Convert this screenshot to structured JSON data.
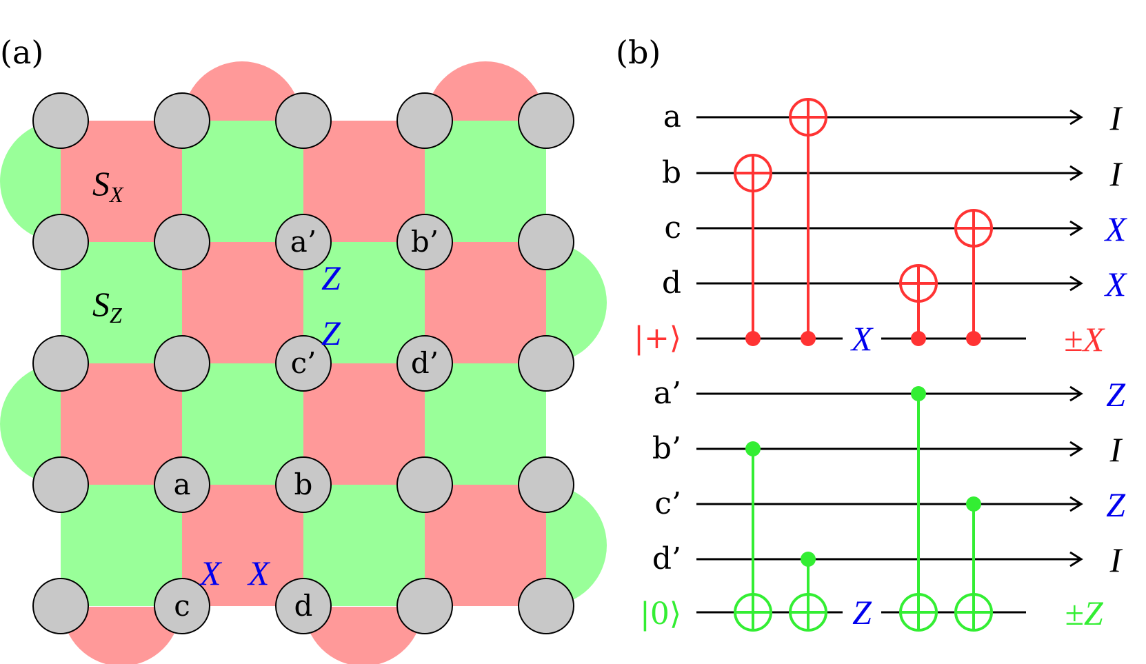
{
  "panel_a": {
    "label": "(a)",
    "stabilizer_x": {
      "letter": "S",
      "sub": "X"
    },
    "stabilizer_z": {
      "letter": "S",
      "sub": "Z"
    },
    "qubit_labels": [
      "a",
      "b",
      "c",
      "d",
      "a’",
      "b’",
      "c’",
      "d’"
    ],
    "logical_x_ops": [
      "X",
      "X"
    ],
    "logical_z_ops": [
      "Z",
      "Z"
    ]
  },
  "panel_b": {
    "label": "(b)",
    "wires": [
      {
        "label": "a",
        "output": "I"
      },
      {
        "label": "b",
        "output": "I"
      },
      {
        "label": "c",
        "output": "X"
      },
      {
        "label": "d",
        "output": "X"
      },
      {
        "label": "|+⟩",
        "output": "±X",
        "ancilla": true
      },
      {
        "label": "a’",
        "output": "Z"
      },
      {
        "label": "b’",
        "output": "I"
      },
      {
        "label": "c’",
        "output": "Z"
      },
      {
        "label": "d’",
        "output": "I"
      },
      {
        "label": "|0⟩",
        "output": "±Z",
        "ancilla": true
      }
    ],
    "mid_ops": [
      "X",
      "Z"
    ]
  },
  "colors": {
    "x_stabilizer": "#ff9999",
    "z_stabilizer": "#99ff99",
    "qubit_fill": "#c8c8c8",
    "red_gate": "#ff3333",
    "green_gate": "#33ee33",
    "operator_blue": "#0000ee",
    "wire": "#000000"
  }
}
